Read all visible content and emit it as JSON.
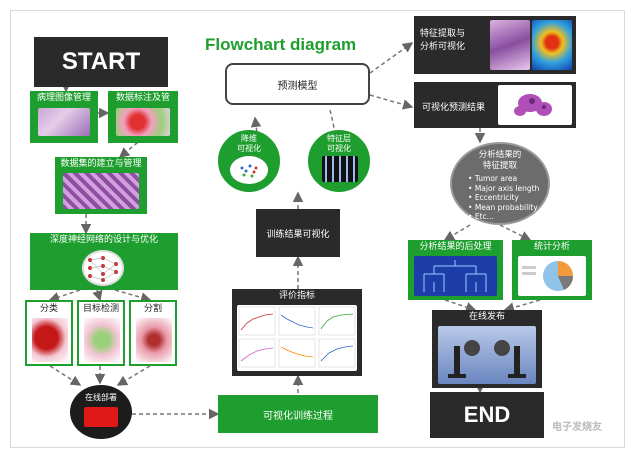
{
  "title": "Flowchart diagram",
  "start": "START",
  "end": "END",
  "left": {
    "step1a": "病理图像管理",
    "step1b": "数据标注及管",
    "step2": "数据集的建立与管理",
    "step3": "深度神经网络的设计与优化",
    "tasks": [
      "分类",
      "目标检测",
      "分割"
    ],
    "deploy": "在线部署"
  },
  "middle": {
    "model": "预测模型",
    "viz_left": "降维\n可视化",
    "viz_right": "特征层\n可视化",
    "train_result": "训练结果可视化",
    "eval": "评价指标",
    "train_process": "可视化训练过程"
  },
  "right": {
    "feature_extract": "特征提取与\n分析可视化",
    "predict_viz": "可视化预测结果",
    "analysis_title": "分析结果的\n特征提取",
    "analysis_items": [
      "Tumor area",
      "Major axis length",
      "Eccentricity",
      "Mean probability",
      "Etc..."
    ],
    "postprocess": "分析结果的后处理",
    "stats": "统计分析",
    "online": "在线发布"
  },
  "watermark": "电子发烧友"
}
